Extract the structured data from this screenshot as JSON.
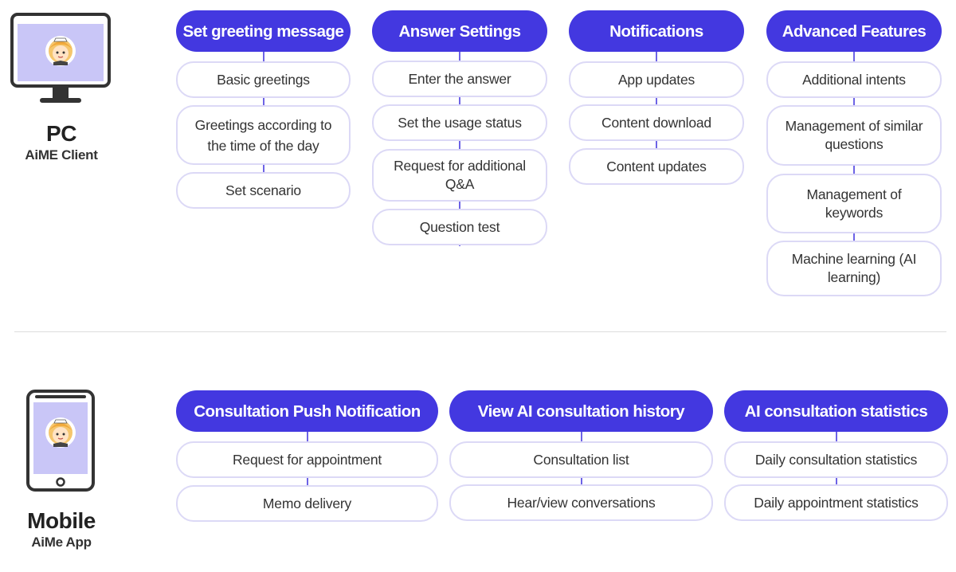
{
  "pc": {
    "title": "PC",
    "subtitle": "AiME Client",
    "icon": "desktop-monitor-icon",
    "columns": [
      {
        "title": "Set greeting message",
        "items": [
          "Basic greetings",
          "Greetings according to the time of the day",
          "Set scenario"
        ]
      },
      {
        "title": "Answer Settings",
        "items": [
          "Enter the answer",
          "Set the usage status",
          "Request for additional Q&A",
          "Question test"
        ]
      },
      {
        "title": "Notifications",
        "items": [
          "App updates",
          "Content download",
          "Content updates"
        ]
      },
      {
        "title": "Advanced Features",
        "items": [
          "Additional intents",
          "Management of similar questions",
          "Management of keywords",
          "Machine learning (AI learning)"
        ]
      }
    ]
  },
  "mobile": {
    "title": "Mobile",
    "subtitle": "AiMe App",
    "icon": "mobile-phone-icon",
    "columns": [
      {
        "title": "Consultation Push Notification",
        "items": [
          "Request for appointment",
          "Memo delivery"
        ]
      },
      {
        "title": "View AI consultation history",
        "items": [
          "Consultation list",
          "Hear/view conversations"
        ]
      },
      {
        "title": "AI consultation statistics",
        "items": [
          "Daily consultation statistics",
          "Daily appointment statistics"
        ]
      }
    ]
  },
  "colors": {
    "accent": "#4338e0",
    "item_border": "#dcd9f6",
    "screen": "#c9c6f7",
    "device": "#333333"
  }
}
